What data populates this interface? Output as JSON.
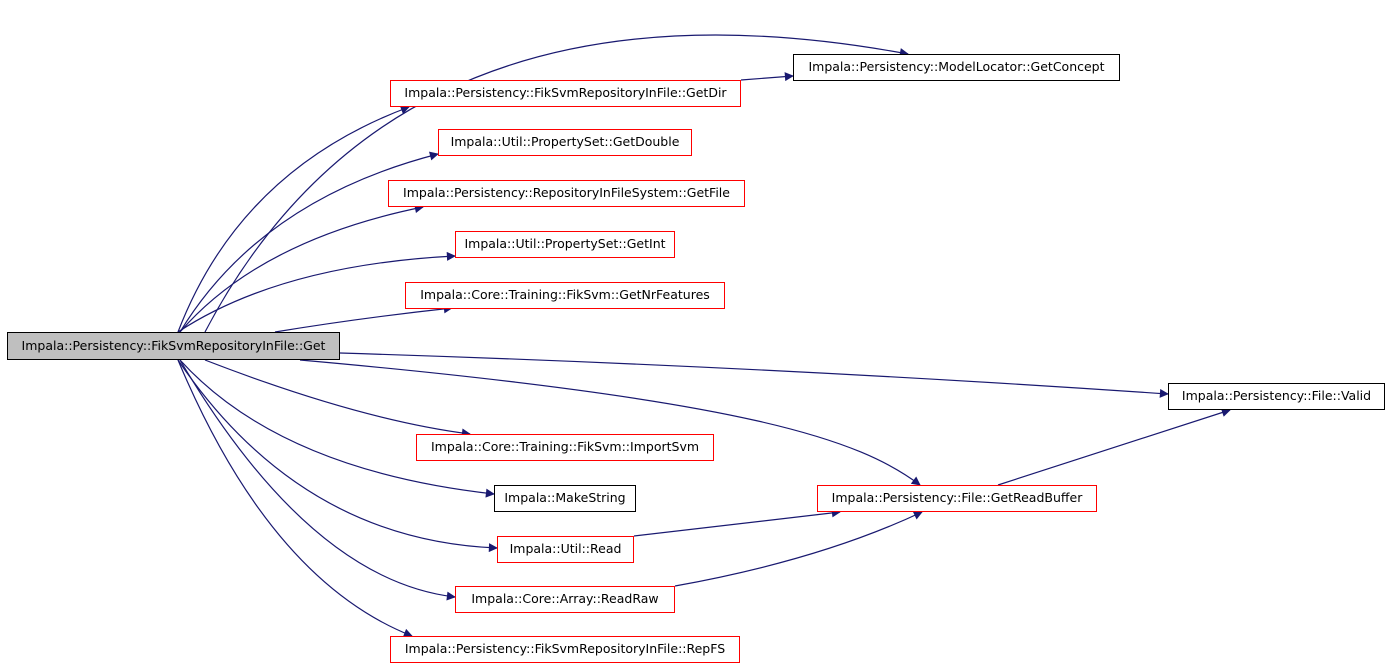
{
  "graph": {
    "root": "root",
    "nodes": [
      {
        "id": "root",
        "label": "Impala::Persistency::FikSvmRepositoryInFile::Get",
        "style": "root"
      },
      {
        "id": "getdir",
        "label": "Impala::Persistency::FikSvmRepositoryInFile::GetDir",
        "style": "red"
      },
      {
        "id": "getconcept",
        "label": "Impala::Persistency::ModelLocator::GetConcept",
        "style": "black"
      },
      {
        "id": "getdouble",
        "label": "Impala::Util::PropertySet::GetDouble",
        "style": "red"
      },
      {
        "id": "getfile",
        "label": "Impala::Persistency::RepositoryInFileSystem::GetFile",
        "style": "red"
      },
      {
        "id": "getint",
        "label": "Impala::Util::PropertySet::GetInt",
        "style": "red"
      },
      {
        "id": "getnrfeatures",
        "label": "Impala::Core::Training::FikSvm::GetNrFeatures",
        "style": "red"
      },
      {
        "id": "valid",
        "label": "Impala::Persistency::File::Valid",
        "style": "black"
      },
      {
        "id": "importsvm",
        "label": "Impala::Core::Training::FikSvm::ImportSvm",
        "style": "red"
      },
      {
        "id": "getreadbuffer",
        "label": "Impala::Persistency::File::GetReadBuffer",
        "style": "red"
      },
      {
        "id": "makestring",
        "label": "Impala::MakeString",
        "style": "black"
      },
      {
        "id": "read",
        "label": "Impala::Util::Read",
        "style": "red"
      },
      {
        "id": "readraw",
        "label": "Impala::Core::Array::ReadRaw",
        "style": "red"
      },
      {
        "id": "repfs",
        "label": "Impala::Persistency::FikSvmRepositoryInFile::RepFS",
        "style": "red"
      }
    ],
    "edges": [
      {
        "from": "root",
        "to": "getconcept"
      },
      {
        "from": "root",
        "to": "getdir"
      },
      {
        "from": "getdir",
        "to": "getconcept"
      },
      {
        "from": "root",
        "to": "getdouble"
      },
      {
        "from": "root",
        "to": "getfile"
      },
      {
        "from": "root",
        "to": "getint"
      },
      {
        "from": "root",
        "to": "getnrfeatures"
      },
      {
        "from": "root",
        "to": "valid"
      },
      {
        "from": "root",
        "to": "getreadbuffer"
      },
      {
        "from": "root",
        "to": "importsvm"
      },
      {
        "from": "root",
        "to": "makestring"
      },
      {
        "from": "root",
        "to": "read"
      },
      {
        "from": "root",
        "to": "readraw"
      },
      {
        "from": "root",
        "to": "repfs"
      },
      {
        "from": "getreadbuffer",
        "to": "valid"
      },
      {
        "from": "read",
        "to": "getreadbuffer"
      },
      {
        "from": "readraw",
        "to": "getreadbuffer"
      }
    ]
  },
  "colors": {
    "edge": "#191970",
    "border_red": "#ff0000",
    "border_black": "#000000",
    "root_fill": "#bfbfbf"
  }
}
